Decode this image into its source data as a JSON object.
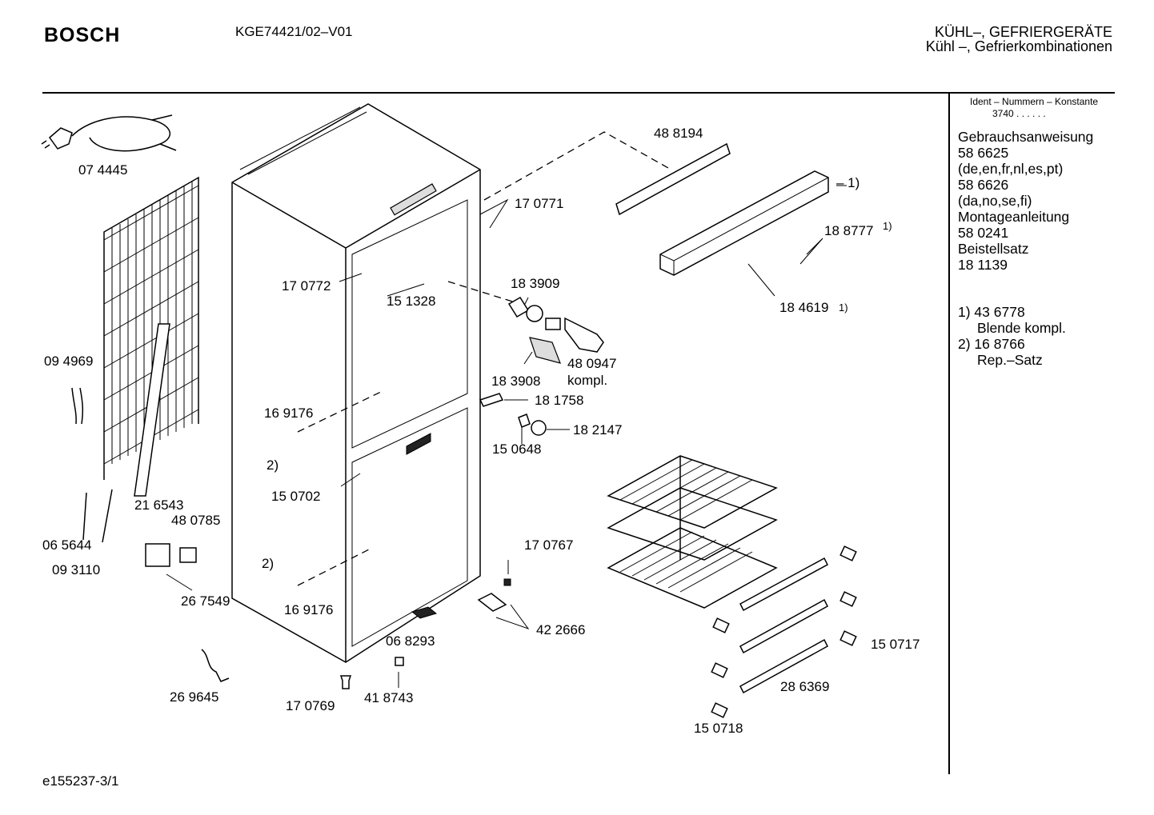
{
  "header": {
    "brand": "BOSCH",
    "model": "KGE74421/02–V01",
    "category_line1": "KÜHL–, GEFRIERGERÄTE",
    "category_line2": "Kühl –, Gefrierkombinationen"
  },
  "sidebar": {
    "ident_header": "Ident – Nummern – Konstante",
    "ident_value": "3740 . . . . . .",
    "lines": [
      "Gebrauchsanweisung",
      "58 6625",
      "(de,en,fr,nl,es,pt)",
      "58 6626",
      "(da,no,se,fi)",
      "Montageanleitung",
      "58 0241",
      "Beistellsatz",
      "18 1139"
    ],
    "notes": [
      {
        "num": "1) 43 6778",
        "desc": "Blende kompl."
      },
      {
        "num": "2) 16 8766",
        "desc": "Rep.–Satz"
      }
    ]
  },
  "footer": {
    "code": "e155237-3/1"
  },
  "callouts": {
    "c074445": "07 4445",
    "c094969": "09 4969",
    "c216543": "21 6543",
    "c065644": "06 5644",
    "c093110": "09 3110",
    "c480785": "48 0785",
    "c267549": "26 7549",
    "c269645": "26 9645",
    "c170772": "17 0772",
    "c151328": "15 1328",
    "c169176a": "16 9176",
    "c2a": "2)",
    "c150702": "15 0702",
    "c2b": "2)",
    "c169176b": "16 9176",
    "c068293": "06 8293",
    "c170769": "17 0769",
    "c418743": "41 8743",
    "c488194": "48 8194",
    "c170771": "17 0771",
    "c1a": "– 1)",
    "c188777": "18 8777",
    "c188777n": "1)",
    "c184619": "18 4619",
    "c184619n": "1)",
    "c183909": "18 3909",
    "c183908": "18 3908",
    "c480947": "48 0947",
    "c480947k": "kompl.",
    "c181758": "18 1758",
    "c182147": "18 2147",
    "c150648": "15 0648",
    "c170767": "17 0767",
    "c422666": "42 2666",
    "c150717": "15 0717",
    "c286369": "28 6369",
    "c150718": "15 0718"
  }
}
